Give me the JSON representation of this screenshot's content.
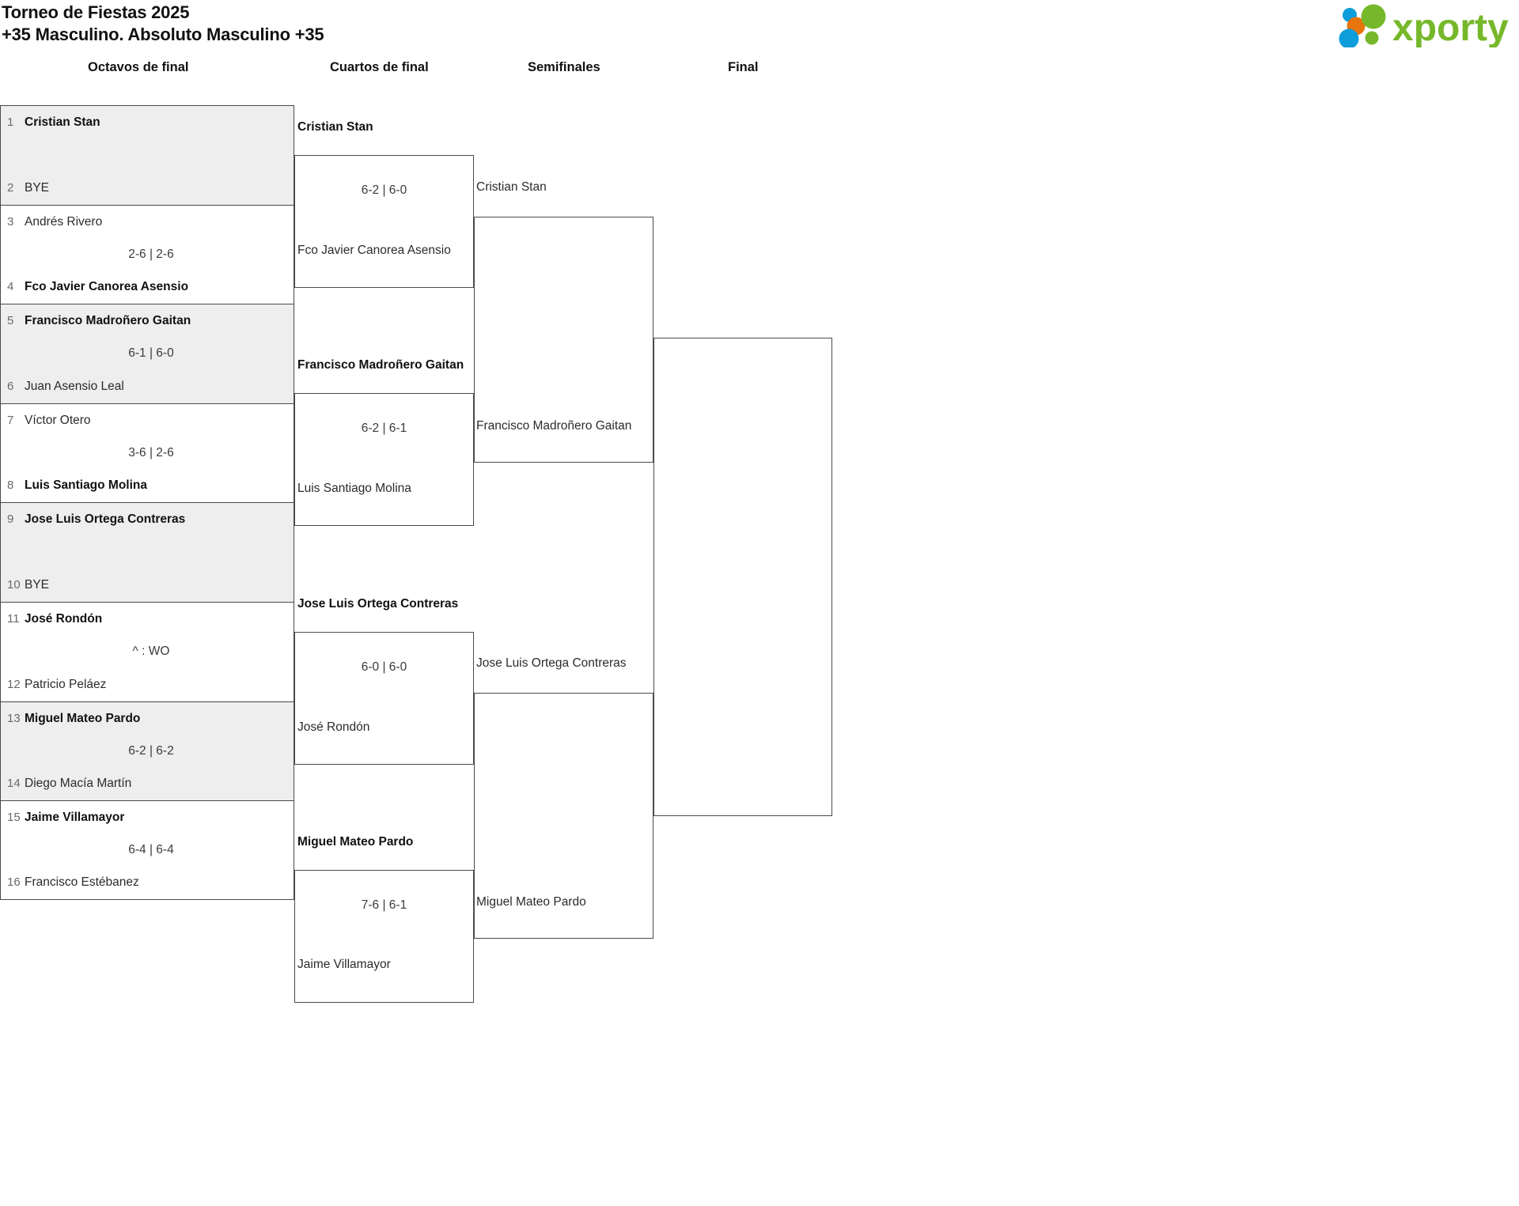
{
  "header": {
    "title_line1": "Torneo de Fiestas 2025",
    "title_line2": "+35 Masculino. Absoluto Masculino +35",
    "logo_text": "xporty",
    "logo_colors": {
      "green": "#76b82a",
      "blue": "#0d9ddb",
      "orange": "#e8740c"
    }
  },
  "rounds": [
    {
      "label": "Octavos de final"
    },
    {
      "label": "Cuartos de final"
    },
    {
      "label": "Semifinales"
    },
    {
      "label": "Final"
    }
  ],
  "round1": {
    "matches": [
      {
        "shade": "shade",
        "top": {
          "seed": "1",
          "name": "Cristian Stan",
          "winner": true
        },
        "bottom": {
          "seed": "2",
          "name": "BYE",
          "winner": false
        },
        "score": ""
      },
      {
        "shade": "plain",
        "top": {
          "seed": "3",
          "name": "Andrés Rivero",
          "winner": false
        },
        "bottom": {
          "seed": "4",
          "name": "Fco Javier Canorea Asensio",
          "winner": true
        },
        "score": "2-6 | 2-6"
      },
      {
        "shade": "shade",
        "top": {
          "seed": "5",
          "name": "Francisco Madroñero Gaitan",
          "winner": true
        },
        "bottom": {
          "seed": "6",
          "name": "Juan Asensio Leal",
          "winner": false
        },
        "score": "6-1 | 6-0"
      },
      {
        "shade": "plain",
        "top": {
          "seed": "7",
          "name": "Víctor Otero",
          "winner": false
        },
        "bottom": {
          "seed": "8",
          "name": "Luis Santiago Molina",
          "winner": true
        },
        "score": "3-6 | 2-6"
      },
      {
        "shade": "shade",
        "top": {
          "seed": "9",
          "name": "Jose Luis Ortega Contreras",
          "winner": true
        },
        "bottom": {
          "seed": "10",
          "name": "BYE",
          "winner": false
        },
        "score": ""
      },
      {
        "shade": "plain",
        "top": {
          "seed": "11",
          "name": "José Rondón",
          "winner": true
        },
        "bottom": {
          "seed": "12",
          "name": "Patricio Peláez",
          "winner": false
        },
        "score": "^ : WO"
      },
      {
        "shade": "shade",
        "top": {
          "seed": "13",
          "name": "Miguel Mateo Pardo",
          "winner": true
        },
        "bottom": {
          "seed": "14",
          "name": "Diego Macía Martín",
          "winner": false
        },
        "score": "6-2 | 6-2"
      },
      {
        "shade": "plain",
        "top": {
          "seed": "15",
          "name": "Jaime Villamayor",
          "winner": true
        },
        "bottom": {
          "seed": "16",
          "name": "Francisco Estébanez",
          "winner": false
        },
        "score": "6-4 | 6-4"
      }
    ]
  },
  "round2": {
    "matches": [
      {
        "top_name": "Cristian Stan",
        "bottom_name": "Fco Javier Canorea Asensio",
        "score": "6-2 | 6-0"
      },
      {
        "top_name": "Francisco Madroñero Gaitan",
        "bottom_name": "Luis Santiago Molina",
        "score": "6-2 | 6-1"
      },
      {
        "top_name": "Jose Luis Ortega Contreras",
        "bottom_name": "José Rondón",
        "score": "6-0 | 6-0"
      },
      {
        "top_name": "Miguel Mateo Pardo",
        "bottom_name": "Jaime Villamayor",
        "score": "7-6 | 6-1"
      }
    ]
  },
  "round3": {
    "matches": [
      {
        "top_name": "Cristian Stan",
        "bottom_name": "Francisco Madroñero Gaitan",
        "score": ""
      },
      {
        "top_name": "Jose Luis Ortega Contreras",
        "bottom_name": "Miguel Mateo Pardo",
        "score": ""
      }
    ]
  },
  "round4": {
    "matches": [
      {
        "top_name": "",
        "bottom_name": "",
        "score": ""
      }
    ]
  }
}
